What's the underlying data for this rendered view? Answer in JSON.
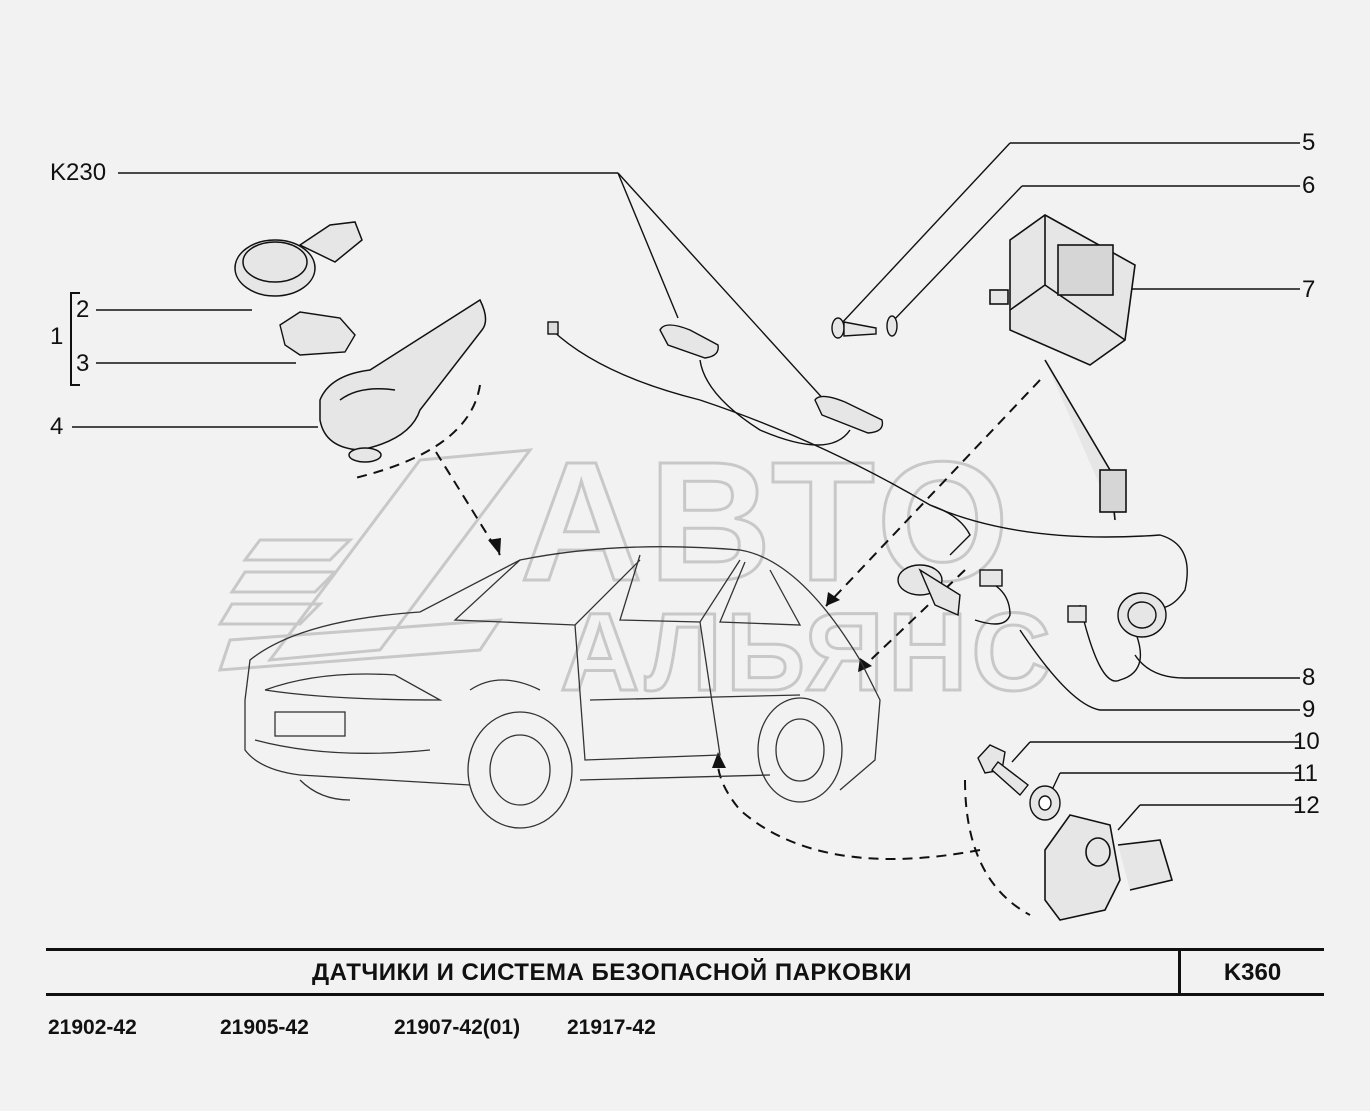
{
  "watermark": {
    "line1": "АВТО",
    "line2": "АЛЬЯНС"
  },
  "callouts": {
    "k230": "K230",
    "n1": "1",
    "n2": "2",
    "n3": "3",
    "n4": "4",
    "n5": "5",
    "n6": "6",
    "n7": "7",
    "n8": "8",
    "n9": "9",
    "n10": "10",
    "n11": "11",
    "n12": "12"
  },
  "title_block": {
    "title": "ДАТЧИКИ И СИСТЕМА БЕЗОПАСНОЙ ПАРКОВКИ",
    "code": "K360"
  },
  "models": [
    "21902-42",
    "21905-42",
    "21907-42(01)",
    "21917-42"
  ],
  "colors": {
    "background": "#f2f2f2",
    "line": "#111111",
    "watermark": "#c8c8c8"
  }
}
